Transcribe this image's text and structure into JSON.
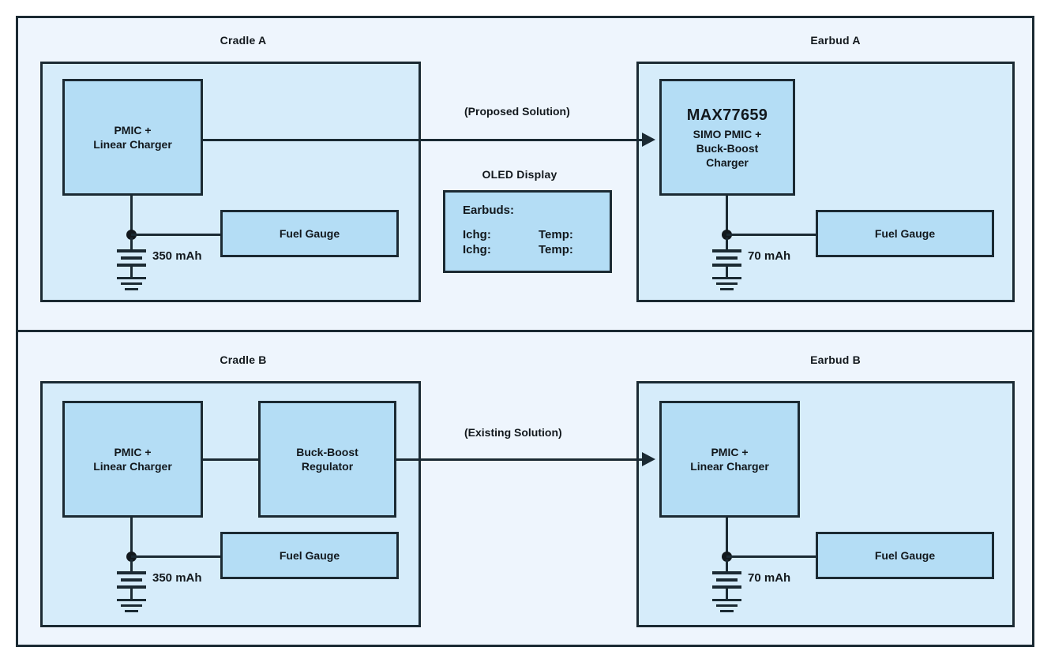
{
  "diagram": {
    "title_top_left": "Cradle A",
    "title_top_right": "Earbud A",
    "title_bottom_left": "Cradle B",
    "title_bottom_right": "Earbud B",
    "colors": {
      "page_background": "#ffffff",
      "frame_background": "#eef5fd",
      "enclosure_fill": "#d6ecfa",
      "block_fill": "#b4ddf5",
      "stroke": "#1b2a33",
      "text": "#12181d"
    }
  },
  "panel_a": {
    "cradle": {
      "pmic": {
        "line1": "PMIC +",
        "line2": "Linear Charger"
      },
      "fuel_gauge": "Fuel Gauge",
      "battery_capacity": "350 mAh"
    },
    "earbud": {
      "simo": {
        "line1": "MAX77659",
        "line2": "SIMO PMIC +",
        "line3": "Buck-Boost",
        "line4": "Charger"
      },
      "fuel_gauge": "Fuel Gauge",
      "battery_capacity": "70 mAh"
    },
    "arrow_label": "(Proposed Solution)",
    "oled": {
      "title": "OLED Display",
      "header": "Earbuds:",
      "rows": [
        {
          "left": "Ichg:",
          "right": "Temp:"
        },
        {
          "left": "Ichg:",
          "right": "Temp:"
        }
      ]
    }
  },
  "panel_b": {
    "cradle": {
      "pmic": {
        "line1": "PMIC +",
        "line2": "Linear Charger"
      },
      "regulator": {
        "line1": "Buck-Boost",
        "line2": "Regulator"
      },
      "fuel_gauge": "Fuel Gauge",
      "battery_capacity": "350 mAh"
    },
    "earbud": {
      "pmic": {
        "line1": "PMIC +",
        "line2": "Linear Charger"
      },
      "fuel_gauge": "Fuel Gauge",
      "battery_capacity": "70 mAh"
    },
    "arrow_label": "(Existing Solution)"
  }
}
